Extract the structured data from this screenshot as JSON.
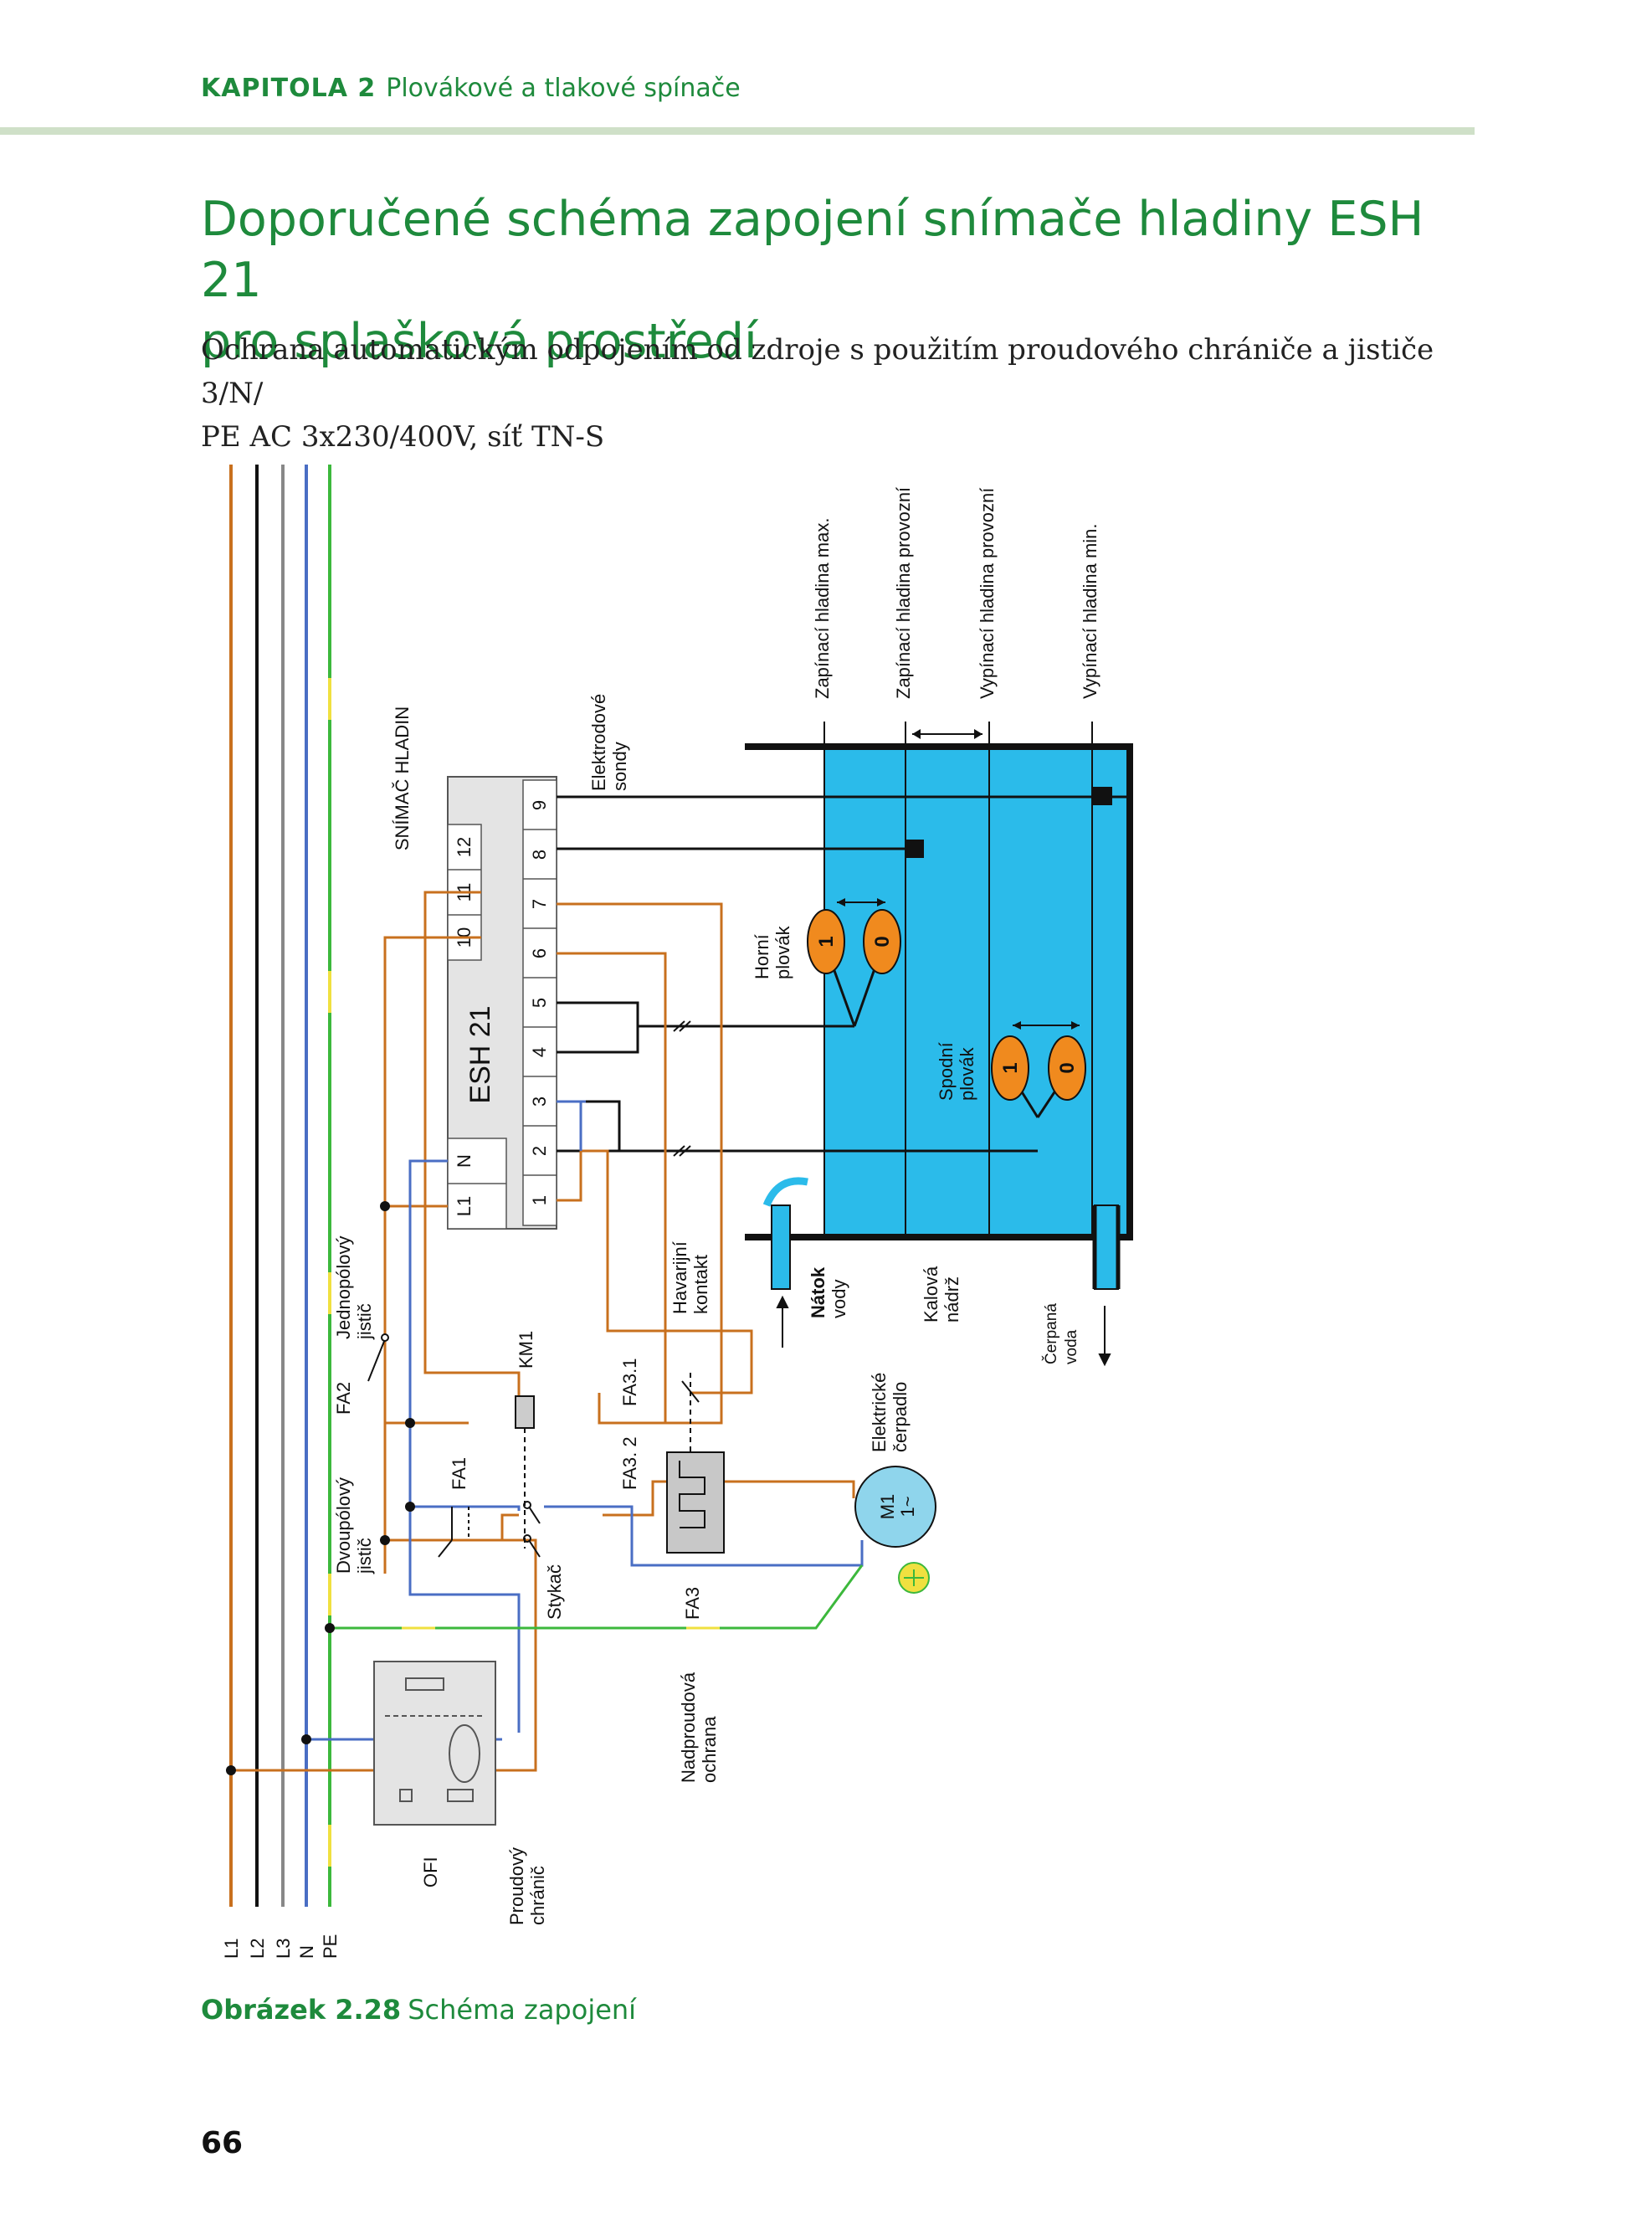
{
  "header": {
    "chapter": "KAPITOLA 2",
    "chapter_title": "Plovákové a tlakové spínače"
  },
  "title_line1": "Doporučené schéma zapojení snímače hladiny ESH 21",
  "title_line2": "pro splašková prostředí",
  "subtitle_line1": "Ochrana automatickým odpojením od zdroje s použitím proudového chrániče a jističe 3/N/",
  "subtitle_line2": "PE AC 3x230/400V, síť TN-S",
  "diagram": {
    "busbars": [
      "L1",
      "L2",
      "L3",
      "N",
      "PE"
    ],
    "module_title": "SNÍMAČ HLADIN",
    "module_name": "ESH 21",
    "terminals_supply": [
      "L1",
      "N"
    ],
    "terminals_bottom": [
      "1",
      "2",
      "3",
      "4",
      "5",
      "6",
      "7",
      "8",
      "9"
    ],
    "terminals_top": [
      "10",
      "11",
      "12"
    ],
    "electrodes": [
      "Elektrodové",
      "sondy"
    ],
    "levels": [
      "Zapínací hladina max.",
      "Zapínací hladina provozní",
      "Vypínací hladina provozní",
      "Vypínací hladina min."
    ],
    "upper_float": [
      "Horní",
      "plovák"
    ],
    "lower_float": [
      "Spodní",
      "plovák"
    ],
    "float_states": [
      "1",
      "0"
    ],
    "inflow": [
      "Nátok",
      "vody"
    ],
    "tank": [
      "Kalová",
      "nádrž"
    ],
    "outflow": [
      "Čerpaná",
      "voda"
    ],
    "pump_label": [
      "Elektrické",
      "čerpadlo"
    ],
    "motor": [
      "M1",
      "1~"
    ],
    "fa2": "FA2",
    "fa2_desc": [
      "Jednopólový",
      "jistič"
    ],
    "km1": "KM1",
    "fa31": "FA3.1",
    "alarm": [
      "Havarijní",
      "kontakt"
    ],
    "fa32": "FA3. 2",
    "fa1": "FA1",
    "fa1_desc": [
      "Dvoupólový",
      "jistič"
    ],
    "contactor": "Stykač",
    "fa3": "FA3",
    "overcurrent": [
      "Nadproudová",
      "ochrana"
    ],
    "ofi": "OFI",
    "rcd": [
      "Proudový",
      "chránič"
    ],
    "colors": {
      "phase": "#c8701e",
      "neutral": "#4a6ec4",
      "pe": "#3cb83c",
      "pe_stripe": "#f0e040",
      "water": "#2bbbea",
      "float": "#f08a1e"
    }
  },
  "caption_label": "Obrázek 2.28",
  "caption_text": "Schéma zapojení",
  "page_number": "66"
}
